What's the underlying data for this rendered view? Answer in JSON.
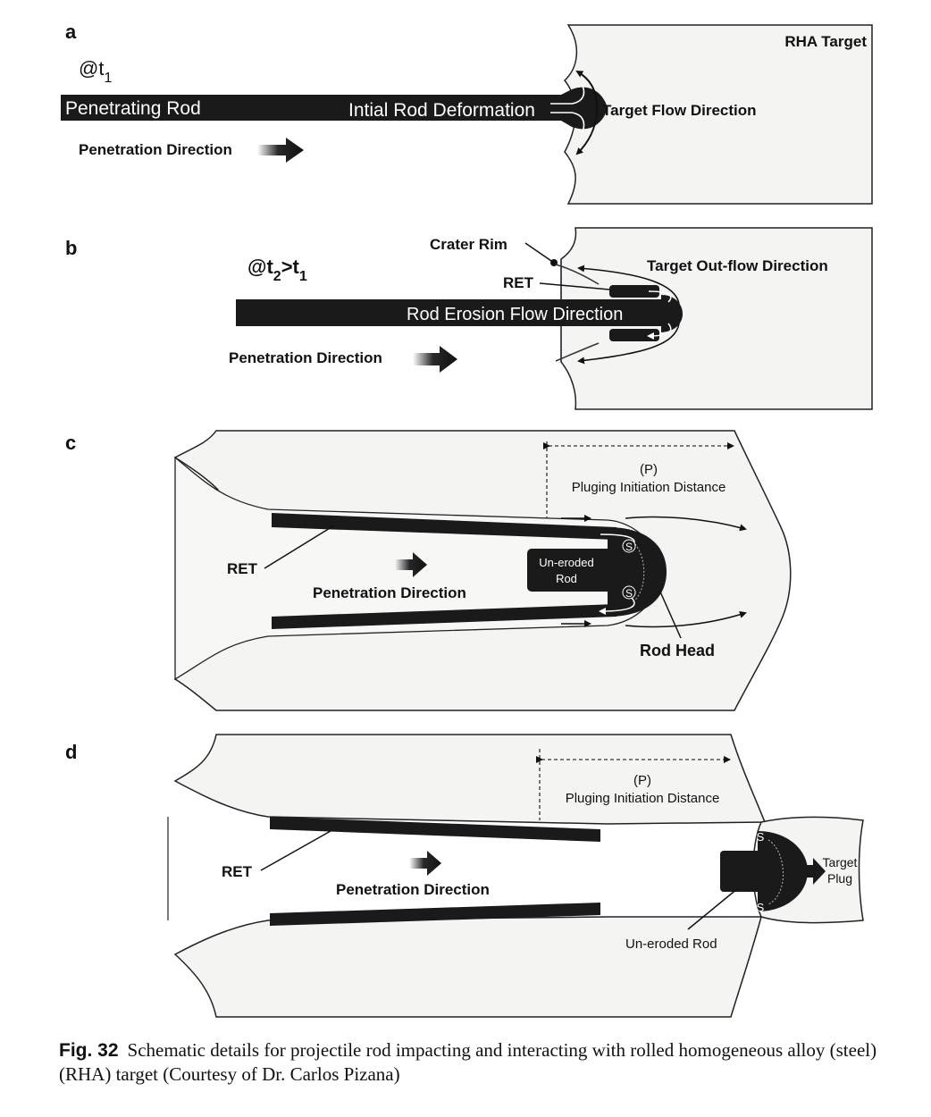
{
  "panels": {
    "a": {
      "letter": "a",
      "time_prefix": "@t",
      "time_sub": "1",
      "target": "RHA Target",
      "rod": "Penetrating Rod",
      "deformation": "Intial Rod Deformation",
      "flow": "Target Flow Direction",
      "penetration": "Penetration Direction"
    },
    "b": {
      "letter": "b",
      "time_prefix": "@t",
      "time_sub1": "2",
      "time_mid": ">t",
      "time_sub2": "1",
      "crater_rim": "Crater Rim",
      "outflow": "Target Out-flow Direction",
      "ret": "RET",
      "erosion": "Rod Erosion Flow Direction",
      "penetration": "Penetration Direction"
    },
    "c": {
      "letter": "c",
      "p": "(P)",
      "plug_distance": "Pluging Initiation Distance",
      "ret": "RET",
      "penetration": "Penetration Direction",
      "uneroded_1": "Un-eroded",
      "uneroded_2": "Rod",
      "s": "S",
      "rod_head": "Rod Head"
    },
    "d": {
      "letter": "d",
      "p": "(P)",
      "plug_distance": "Pluging Initiation Distance",
      "ret": "RET",
      "penetration": "Penetration Direction",
      "s": "S",
      "plug_1": "Target",
      "plug_2": "Plug",
      "uneroded": "Un-eroded Rod"
    }
  },
  "caption": {
    "label": "Fig. 32",
    "text": "Schematic details for projectile rod impacting and interacting with rolled homogeneous alloy (steel) (RHA) target (Courtesy of Dr. Carlos Pizana)"
  }
}
